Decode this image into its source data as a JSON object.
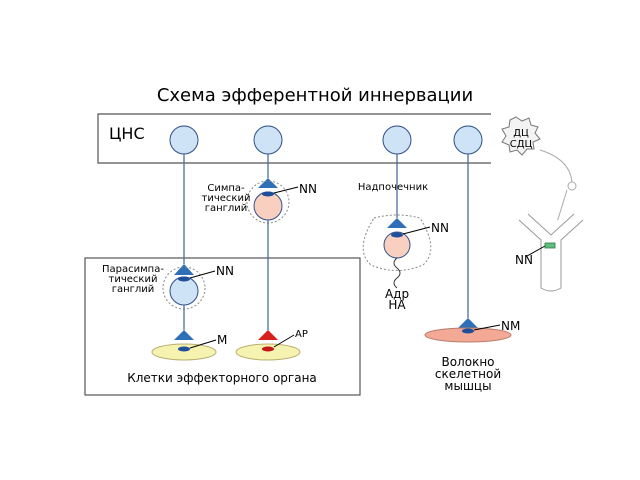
{
  "title": "Схема эфферентной иннервации",
  "cns_label": "ЦНС",
  "dc": {
    "line1": "ДЦ",
    "line2": "СДЦ"
  },
  "symp_ganglion": [
    "Симпа-",
    "тический",
    "ганглий"
  ],
  "parasymp_ganglion": [
    "Парасимпа-",
    "тический",
    "ганглий"
  ],
  "adrenal": "Надпочечник",
  "adrenal_output": [
    "Адр",
    "НА"
  ],
  "receptors": {
    "nn_symp": "NN",
    "nn_parasymp": "NN",
    "nn_adrenal": "NN",
    "m": "M",
    "ar": "AP",
    "nm": "NM",
    "nn_right": "NN"
  },
  "effector_label": "Клетки эффекторного органа",
  "muscle_label": [
    "Волокно",
    "скелетной",
    "мышцы"
  ],
  "colors": {
    "neuron": "#cfe3f7",
    "ganglion": "#f9cfc0",
    "receptor": "#2f6fb8",
    "adrenoreceptor": "#d6201d",
    "effector": "#f6f2b0",
    "muscle": "#f3a995"
  }
}
